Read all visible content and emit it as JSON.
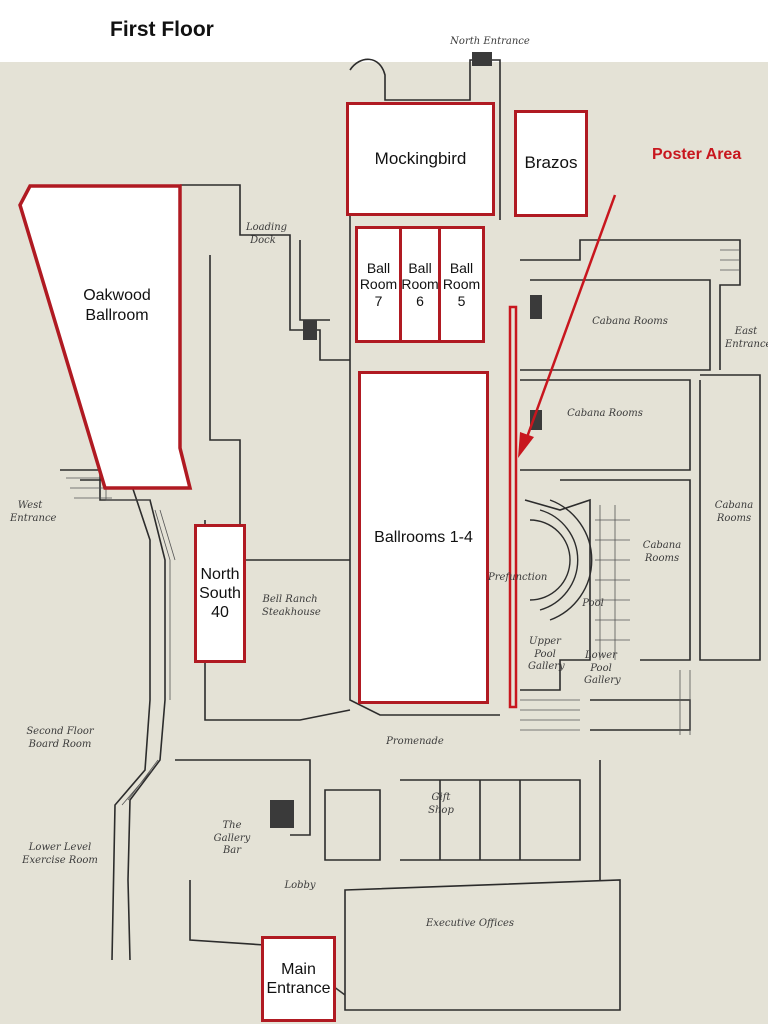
{
  "title": "First Floor",
  "accent_color": "#b01a22",
  "poster_color": "#c8161e",
  "rooms": {
    "oakwood": "Oakwood Ballroom",
    "mockingbird": "Mockingbird",
    "brazos": "Brazos",
    "ballroom7": "Ball Room 7",
    "ballroom6": "Ball Room 6",
    "ballroom5": "Ball Room 5",
    "ballrooms14": "Ballrooms 1-4",
    "northsouth": "North South 40",
    "main_entrance": "Main Entrance"
  },
  "poster_area": "Poster Area",
  "plan_labels": {
    "north_entrance": "North Entrance",
    "loading_dock": "Loading Dock",
    "cabana_rooms": "Cabana Rooms",
    "east_entrance": "East Entrance",
    "west_entrance": "West Entrance",
    "bell_ranch": "Bell Ranch Steakhouse",
    "promenade": "Promenade",
    "pool": "Pool",
    "upper_pool_gallery": "Upper Pool Gallery",
    "lower_pool_gallery": "Lower Pool Gallery",
    "second_floor_board": "Second Floor Board Room",
    "lower_level_exercise": "Lower Level Exercise Room",
    "gallery_bar": "The Gallery Bar",
    "gift_shop": "Gift Shop",
    "lobby": "Lobby",
    "executive_offices": "Executive Offices",
    "prefunction": "Prefunction"
  }
}
